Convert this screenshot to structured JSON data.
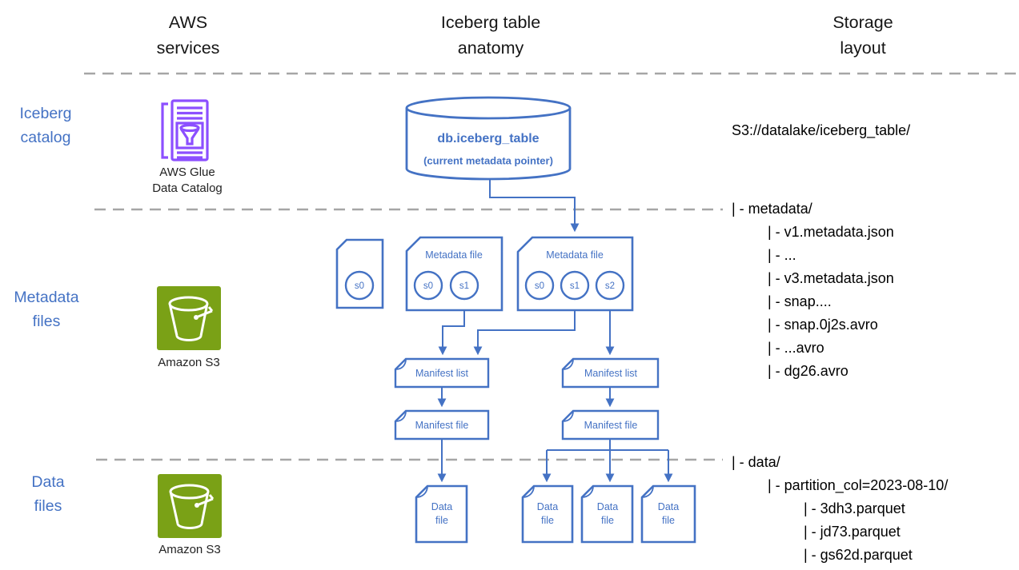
{
  "columns": {
    "aws_services": "AWS\nservices",
    "iceberg_anatomy": "Iceberg table\nanatomy",
    "storage_layout": "Storage\nlayout"
  },
  "row_labels": {
    "iceberg_catalog": "Iceberg\ncatalog",
    "metadata_files": "Metadata\nfiles",
    "data_files": "Data\nfiles"
  },
  "aws": {
    "glue_label": "AWS Glue\nData Catalog",
    "s3_metadata_label": "Amazon S3",
    "s3_data_label": "Amazon S3"
  },
  "catalog": {
    "table_name": "db.iceberg_table",
    "pointer_note": "(current metadata pointer)"
  },
  "anatomy": {
    "metadata_file_2_label": "Metadata file",
    "metadata_file_3_label": "Metadata file",
    "snapshots": {
      "m1_s0": "s0",
      "m2_s0": "s0",
      "m2_s1": "s1",
      "m3_s0": "s0",
      "m3_s1": "s1",
      "m3_s2": "s2"
    },
    "manifest_list_1": "Manifest list",
    "manifest_list_2": "Manifest list",
    "manifest_file_1": "Manifest file",
    "manifest_file_2": "Manifest file",
    "data_file_label": "Data\nfile"
  },
  "storage_layout": {
    "root": "S3://datalake/iceberg_table/",
    "metadata_lines": [
      "| - metadata/",
      "| - v1.metadata.json",
      "| - ...",
      "| - v3.metadata.json",
      "| - snap....",
      "| - snap.0j2s.avro",
      "| - ...avro",
      "| - dg26.avro"
    ],
    "data_lines": [
      "| - data/",
      "| - partition_col=2023-08-10/",
      "| - 3dh3.parquet",
      "| - jd73.parquet",
      "| - gs62d.parquet"
    ]
  },
  "colors": {
    "diagram_blue": "#4472C4",
    "glue_purple": "#8C4FFF",
    "s3_green": "#7AA116",
    "dash_gray": "#A6A6A6"
  }
}
